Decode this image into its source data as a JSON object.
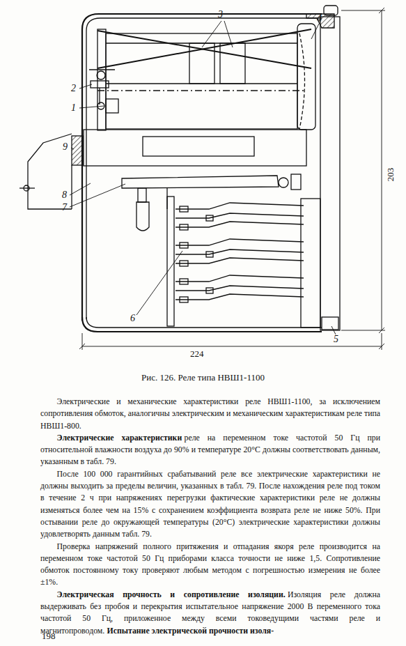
{
  "diagram": {
    "caption": "Рис. 126. Реле типа НВШ1-1100",
    "labels": [
      "3",
      "4",
      "2",
      "1",
      "9",
      "8",
      "7",
      "6",
      "5",
      "203",
      "224",
      "Электрические и механические характеристики реле НВШ1-1100, за исключением сопротивления обмоток, аналогичны электрическим и механическим характеристикам реле типа НВШ1-800.",
      "Электрические характеристики",
      "реле на переменном токе частотой 50 Гц при относительной влажности воздуха до 90% и температуре 20°С должны соответствовать данным, указанным в табл. 79.",
      "После 100 000 гарантийных срабатываний реле все электрические характеристики не должны выходить за пределы величин, указанных в табл. 79. После нахождения реле под током в течение 2 ч при напряжениях перегрузки фактические характеристики реле не должны изменяться более чем на 15% с сохранением коэффициента возврата реле не ниже 50%. При остывании реле до окружающей температуры (20°С) электрические характеристики должны удовлетворять данным табл. 79.",
      "Проверка напряжений полного притяжения и отпадания якоря реле производится на переменном токе частотой 50 Гц приборами класса точности не ниже 1,5. Сопротивление обмоток постоянному току проверяют любым методом с погрешностью измерения не более ±1%.",
      "Электрическая прочность и сопротивление изоляции.",
      "Изоляция реле должна выдерживать без пробоя и перекрытия испытательное напряжение 2000 В переменного тока частотой 50 Гц, приложенное между всеми токоведущими частями реле и магнитопроводом.",
      "Испытание электрической прочности изоля-",
      "198"
    ]
  }
}
